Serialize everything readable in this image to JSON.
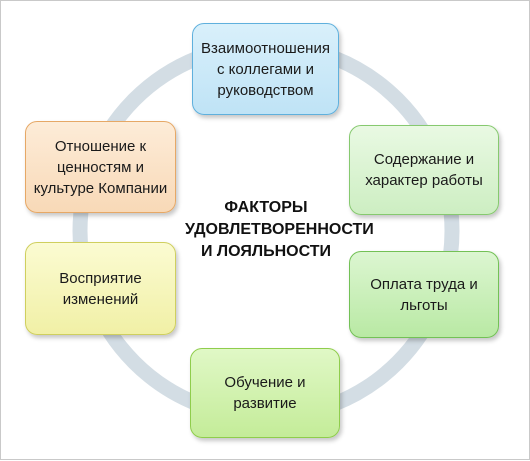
{
  "center": {
    "title": "ФАКТОРЫ\nУДОВЛЕТВОРЕННОСТИ\nИ ЛОЯЛЬНОСТИ"
  },
  "nodes": [
    {
      "label": "Взаимоотношения\nс коллегами и\nруководством",
      "color": "#bfe3f6"
    },
    {
      "label": "Содержание  и\nхарактер работы",
      "color": "#cdeec2"
    },
    {
      "label": "Оплата труда и\nльготы",
      "color": "#b9e9a4"
    },
    {
      "label": "Обучение и\nразвитие",
      "color": "#c4ec99"
    },
    {
      "label": "Восприятие\nизменений",
      "color": "#f1f0a6"
    },
    {
      "label": "Отношение к\nценностям и\nкультуре Компании",
      "color": "#f8d9b7"
    }
  ],
  "ring_color": "#d3dde4"
}
